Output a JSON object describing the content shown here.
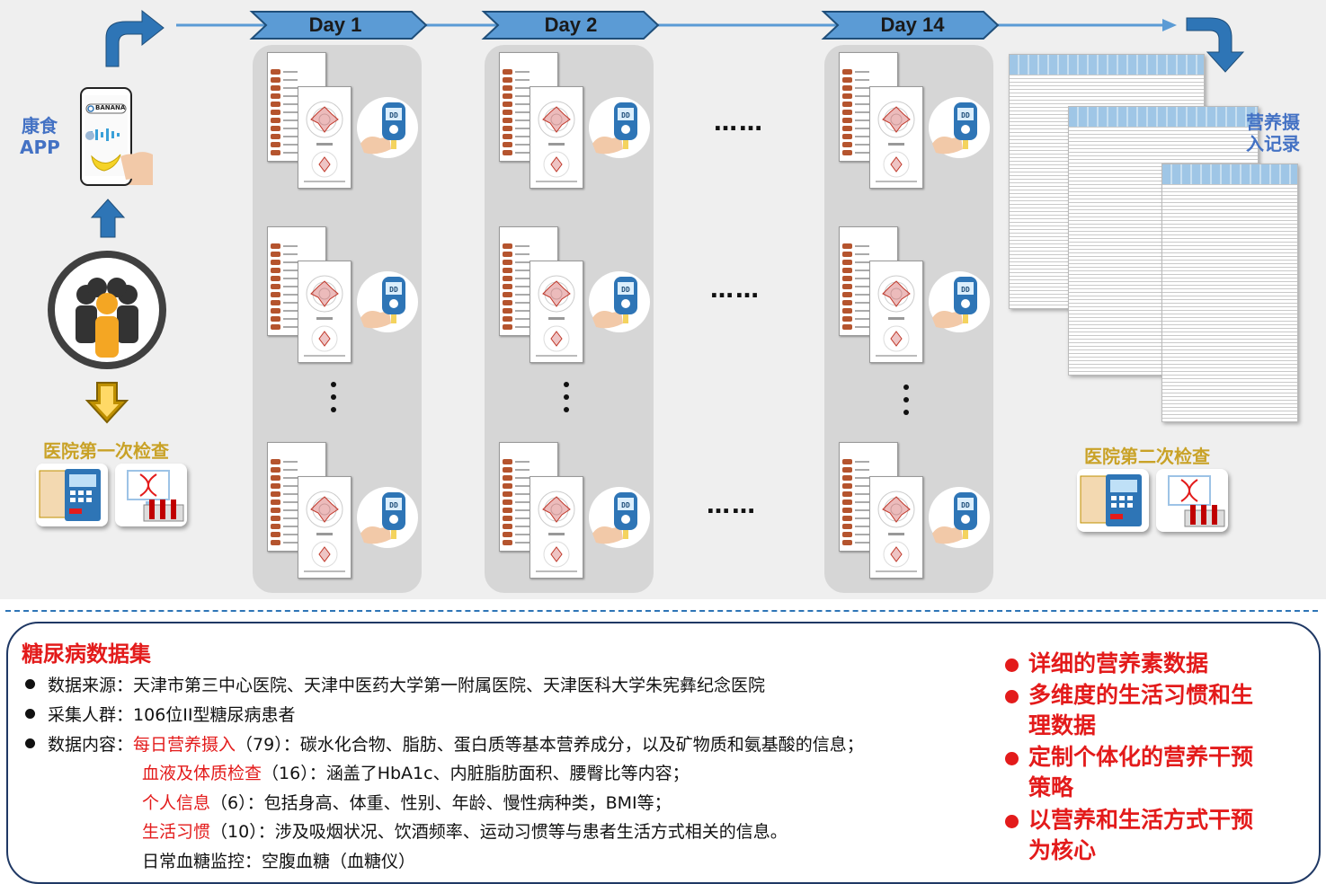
{
  "timeline": {
    "days": [
      "Day 1",
      "Day 2",
      "Day 14"
    ],
    "gap_dots": [
      "……",
      "……",
      "……"
    ]
  },
  "left": {
    "app_label_line1": "康食",
    "app_label_line2": "APP",
    "phone_search_text": "BANANA",
    "first_exam_label": "医院第一次检查"
  },
  "right": {
    "records_label_line1": "营养摄",
    "records_label_line2": "入记录",
    "second_exam_label": "医院第二次检查"
  },
  "device": {
    "glucometer_display": "DD"
  },
  "dataset": {
    "title": "糖尿病数据集",
    "source_label": "数据来源：",
    "source_value": "天津市第三中心医院、天津中医药大学第一附属医院、天津医科大学朱宪彝纪念医院",
    "population_label": "采集人群：",
    "population_value": "106位II型糖尿病患者",
    "content_label": "数据内容：",
    "items": [
      {
        "name": "每日营养摄入",
        "count": "（79）",
        "desc": "：碳水化合物、脂肪、蛋白质等基本营养成分，以及矿物质和氨基酸的信息；"
      },
      {
        "name": "血液及体质检查",
        "count": "（16）",
        "desc": "：涵盖了HbA1c、内脏脂肪面积、腰臀比等内容；"
      },
      {
        "name": "个人信息",
        "count": "（6）",
        "desc": "：包括身高、体重、性别、年龄、慢性病种类，BMI等；"
      },
      {
        "name": "生活习惯",
        "count": "（10）",
        "desc": "：涉及吸烟状况、饮酒频率、运动习惯等与患者生活方式相关的信息。"
      }
    ],
    "daily_monitor": "日常血糖监控：空腹血糖（血糖仪）"
  },
  "highlights": [
    [
      "详细的营养素数据"
    ],
    [
      "多维度的生活习惯和生",
      "理数据"
    ],
    [
      "定制个体化的营养干预",
      "策略"
    ],
    [
      "以营养和生活方式干预",
      "为核心"
    ]
  ],
  "colors": {
    "arrow_blue": "#2e75b6",
    "arrow_gold": "#bf9000",
    "highlight_red": "#e31b1b",
    "label_blue": "#4472c4",
    "label_gold": "#c9a227"
  }
}
